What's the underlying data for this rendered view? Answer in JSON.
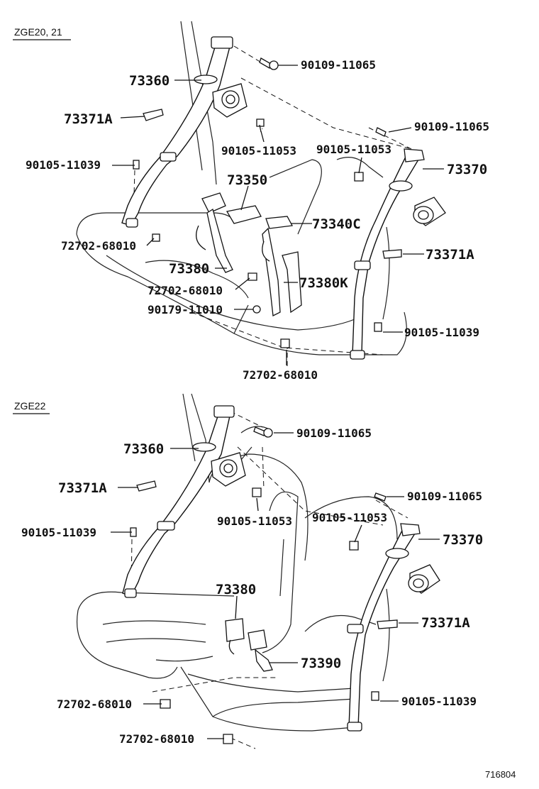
{
  "sections": [
    {
      "title": "ZGE20, 21",
      "labels": {
        "p73360": "73360",
        "p73371A_l": "73371A",
        "p90105_11039_l": "90105-11039",
        "p72702_a": "72702-68010",
        "p90109_11065_t": "90109-11065",
        "p90105_11053_m": "90105-11053",
        "p90109_11065_r": "90109-11065",
        "p90105_11053_r": "90105-11053",
        "p73370": "73370",
        "p73350": "73350",
        "p73340C": "73340C",
        "p73371A_r": "73371A",
        "p73380": "73380",
        "p72702_b": "72702-68010",
        "p73380K": "73380K",
        "p90179": "90179-11010",
        "p90105_11039_r": "90105-11039",
        "p72702_c": "72702-68010"
      }
    },
    {
      "title": "ZGE22",
      "labels": {
        "p73360": "73360",
        "p90109_11065_t": "90109-11065",
        "p73371A_l": "73371A",
        "p90105_11053_m": "90105-11053",
        "p90105_11039_l": "90105-11039",
        "p90109_11065_r": "90109-11065",
        "p90105_11053_r": "90105-11053",
        "p73370": "73370",
        "p73380": "73380",
        "p73371A_r": "73371A",
        "p73390": "73390",
        "p72702_a": "72702-68010",
        "p90105_11039_r": "90105-11039",
        "p72702_b": "72702-68010"
      }
    }
  ],
  "diagram_code": "716804"
}
